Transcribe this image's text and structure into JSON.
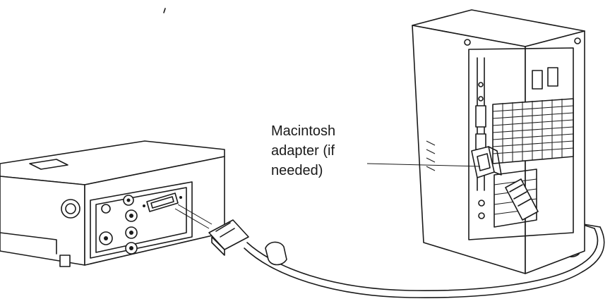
{
  "diagram": {
    "callout_lines": [
      "Macintosh",
      "adapter (if",
      "needed)"
    ]
  }
}
